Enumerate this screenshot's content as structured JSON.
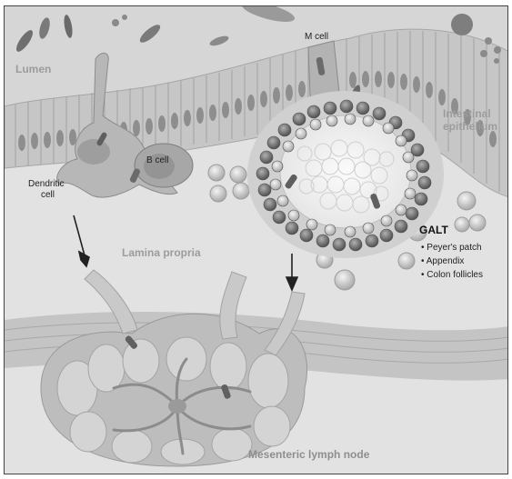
{
  "labels": {
    "lumen": "Lumen",
    "m_cell": "M cell",
    "intestinal_epithelium_line1": "Intestinal",
    "intestinal_epithelium_line2": "epithelium",
    "b_cell": "B cell",
    "dendritic_cell_line1": "Dendritic",
    "dendritic_cell_line2": "cell",
    "lamina_propria": "Lamina propria",
    "mesenteric_lymph_node": "Mesenteric lymph node"
  },
  "galt": {
    "title": "GALT",
    "items": [
      "Peyer's patch",
      "Appendix",
      "Colon follicles"
    ]
  },
  "colors": {
    "lumen_bg": "#d9d9d9",
    "epithelium": "#c8c8c8",
    "nucleus": "#8d8d8d",
    "lamina_bg": "#e3e3e3",
    "tissue_band": "#bdbdbd",
    "dark_cell": "#6f6f6f"
  }
}
